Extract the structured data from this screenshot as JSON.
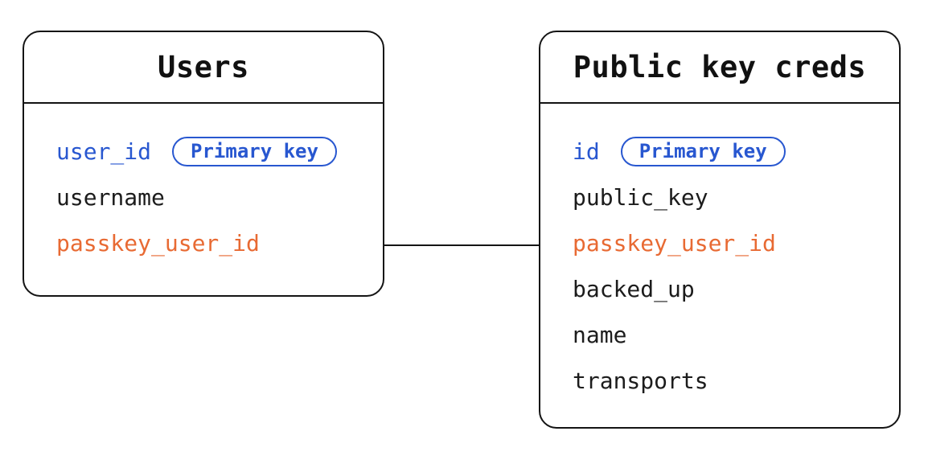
{
  "colors": {
    "primary_key_blue": "#2857d0",
    "linked_field_orange": "#e86a33",
    "outline_black": "#141414"
  },
  "tables": [
    {
      "title": "Users",
      "fields": [
        {
          "name": "user_id",
          "badge": "Primary key"
        },
        {
          "name": "username"
        },
        {
          "name": "passkey_user_id"
        }
      ]
    },
    {
      "title": "Public key creds",
      "fields": [
        {
          "name": "id",
          "badge": "Primary key"
        },
        {
          "name": "public_key"
        },
        {
          "name": "passkey_user_id"
        },
        {
          "name": "backed_up"
        },
        {
          "name": "name"
        },
        {
          "name": "transports"
        }
      ]
    }
  ],
  "relationship": {
    "from_table": "Users",
    "from_field": "passkey_user_id",
    "to_table": "Public key creds",
    "to_field": "passkey_user_id"
  }
}
